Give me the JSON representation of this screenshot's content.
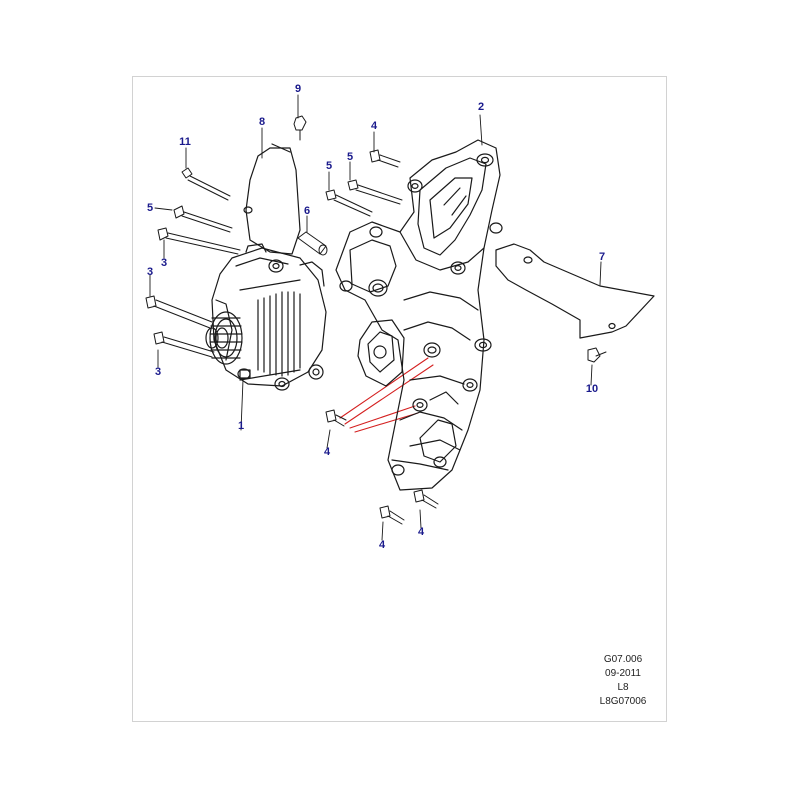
{
  "diagram": {
    "callouts": {
      "c1": "1",
      "c2": "2",
      "c3a": "3",
      "c3b": "3",
      "c3c": "3",
      "c4a": "4",
      "c4b": "4",
      "c4c": "4",
      "c4d": "4",
      "c5a": "5",
      "c5b": "5",
      "c5c": "5",
      "c6": "6",
      "c7": "7",
      "c8": "8",
      "c9": "9",
      "c10": "10",
      "c11": "11"
    },
    "colors": {
      "line": "#1a1a1a",
      "callout": "#1a1a8c",
      "leader_red": "#d42020",
      "frame": "#d2d2d2"
    }
  },
  "metadata": {
    "ref": "G07.006",
    "date": "09-2011",
    "variant": "L8",
    "code": "L8G07006"
  }
}
